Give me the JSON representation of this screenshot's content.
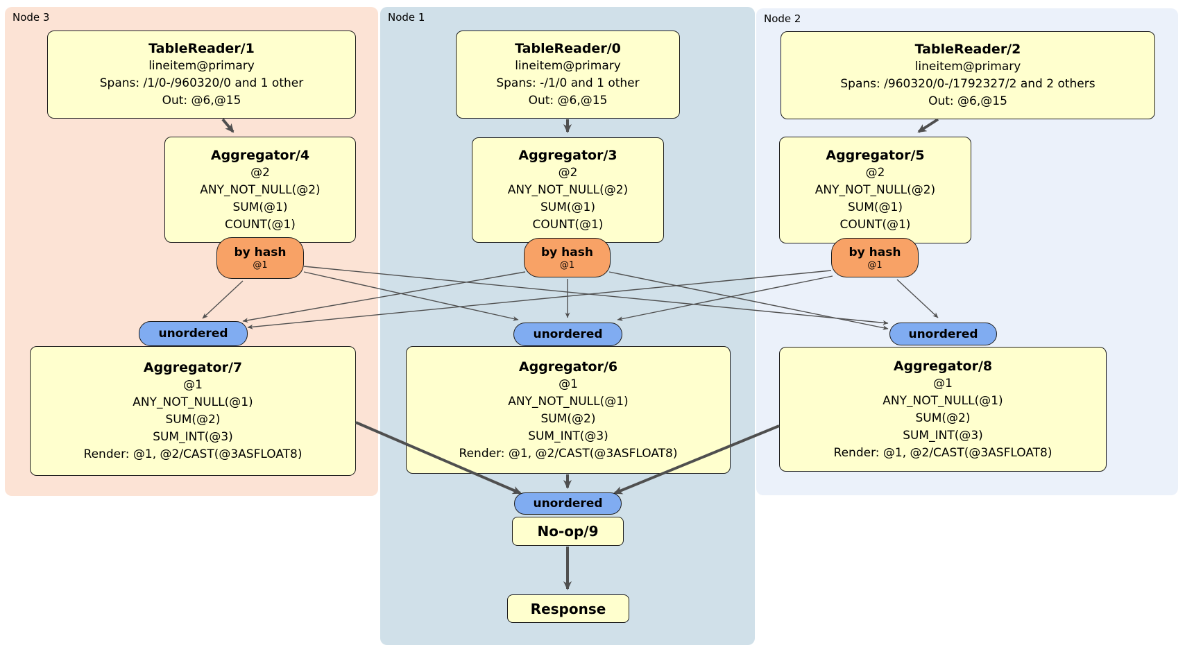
{
  "regions": {
    "node3": {
      "label": "Node 3",
      "bg": "#fce3d5"
    },
    "node1": {
      "label": "Node 1",
      "bg": "#d0e0e9"
    },
    "node2": {
      "label": "Node 2",
      "bg": "#ebf1fa"
    }
  },
  "boxes": {
    "tr1": {
      "title": "TableReader/1",
      "lines": [
        "lineitem@primary",
        "Spans: /1/0-/960320/0 and 1 other",
        "Out: @6,@15"
      ]
    },
    "tr0": {
      "title": "TableReader/0",
      "lines": [
        "lineitem@primary",
        "Spans: -/1/0 and 1 other",
        "Out: @6,@15"
      ]
    },
    "tr2": {
      "title": "TableReader/2",
      "lines": [
        "lineitem@primary",
        "Spans: /960320/0-/1792327/2 and 2 others",
        "Out: @6,@15"
      ]
    },
    "agg4": {
      "title": "Aggregator/4",
      "lines": [
        "@2",
        "ANY_NOT_NULL(@2)",
        "SUM(@1)",
        "COUNT(@1)"
      ]
    },
    "agg3": {
      "title": "Aggregator/3",
      "lines": [
        "@2",
        "ANY_NOT_NULL(@2)",
        "SUM(@1)",
        "COUNT(@1)"
      ]
    },
    "agg5": {
      "title": "Aggregator/5",
      "lines": [
        "@2",
        "ANY_NOT_NULL(@2)",
        "SUM(@1)",
        "COUNT(@1)"
      ]
    },
    "agg7": {
      "title": "Aggregator/7",
      "lines": [
        "@1",
        "ANY_NOT_NULL(@1)",
        "SUM(@2)",
        "SUM_INT(@3)",
        "Render: @1, @2/CAST(@3ASFLOAT8)"
      ]
    },
    "agg6": {
      "title": "Aggregator/6",
      "lines": [
        "@1",
        "ANY_NOT_NULL(@1)",
        "SUM(@2)",
        "SUM_INT(@3)",
        "Render: @1, @2/CAST(@3ASFLOAT8)"
      ]
    },
    "agg8": {
      "title": "Aggregator/8",
      "lines": [
        "@1",
        "ANY_NOT_NULL(@1)",
        "SUM(@2)",
        "SUM_INT(@3)",
        "Render: @1, @2/CAST(@3ASFLOAT8)"
      ]
    },
    "noop": {
      "title": "No-op/9"
    },
    "response": {
      "title": "Response"
    }
  },
  "routers": {
    "by_hash": {
      "label": "by hash",
      "key": "@1"
    },
    "unordered": {
      "label": "unordered"
    }
  },
  "colors": {
    "processor_box_fill": "#ffffce",
    "by_hash_fill": "#f8a266",
    "unordered_fill": "#80acf1",
    "edge_stroke": "#4f4f4f",
    "border": "#1c1c1c"
  }
}
